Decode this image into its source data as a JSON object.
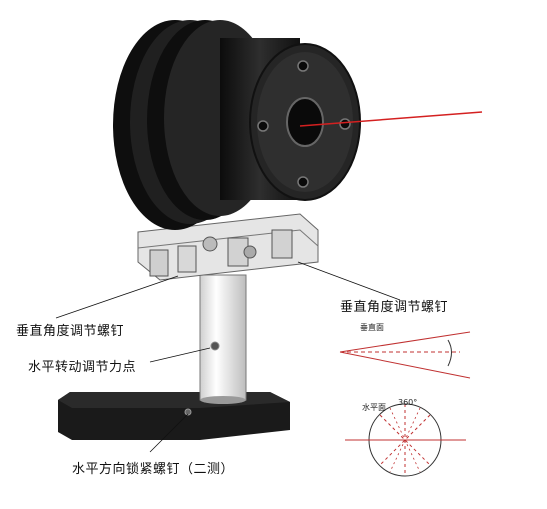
{
  "labels": {
    "vertical_screw_left": "垂直角度调节螺钉",
    "vertical_screw_right": "垂直角度调节螺钉",
    "horizontal_force_point": "水平转动调节力点",
    "horizontal_lock_screw": "水平方向锁紧螺钉（二测）"
  },
  "insets": {
    "vertical_title": "垂直面",
    "horizontal_title": "水平面",
    "horizontal_angle": "360°"
  },
  "colors": {
    "laser": "#d42020",
    "body": "#1e1e1e",
    "metal": "#d8d8d8",
    "ink": "#111111"
  }
}
